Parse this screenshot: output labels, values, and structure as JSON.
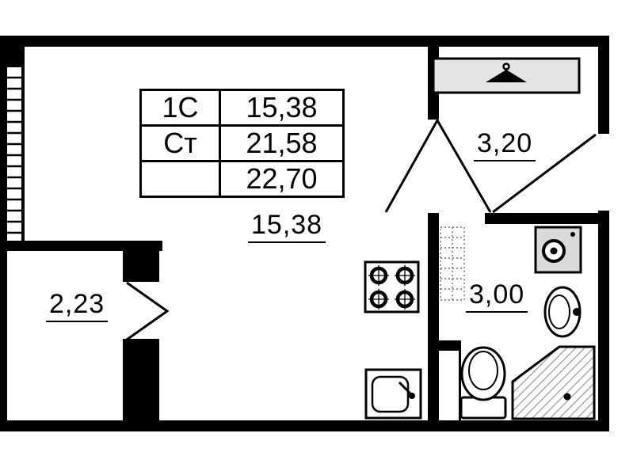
{
  "info_table": {
    "rows": [
      {
        "type": "1С",
        "area": "15,38"
      },
      {
        "type": "Ст",
        "area": "21,58"
      },
      {
        "type": "",
        "area": "22,70"
      }
    ]
  },
  "rooms": {
    "main": {
      "area": "15,38"
    },
    "hall": {
      "area": "3,20"
    },
    "bathroom": {
      "area": "3,00"
    },
    "balcony": {
      "area": "2,23"
    }
  },
  "fixtures": [
    {
      "name": "wardrobe",
      "icon": "hanger-icon"
    },
    {
      "name": "cooktop",
      "icon": "stove-icon"
    },
    {
      "name": "kitchen sink",
      "icon": "kitchen-sink-icon"
    },
    {
      "name": "washing machine",
      "icon": "washing-machine-icon"
    },
    {
      "name": "washbasin",
      "icon": "washbasin-icon"
    },
    {
      "name": "toilet",
      "icon": "toilet-icon"
    },
    {
      "name": "shower",
      "icon": "shower-icon"
    },
    {
      "name": "ventilation shaft",
      "icon": "vent-shaft-icon"
    },
    {
      "name": "door swing",
      "icon": "door-swing-icon"
    }
  ],
  "colors": {
    "wall": "#000000",
    "background": "#ffffff",
    "fixture_gray": "#dcdcdc",
    "hatch_gray": "#9a9a9a"
  }
}
